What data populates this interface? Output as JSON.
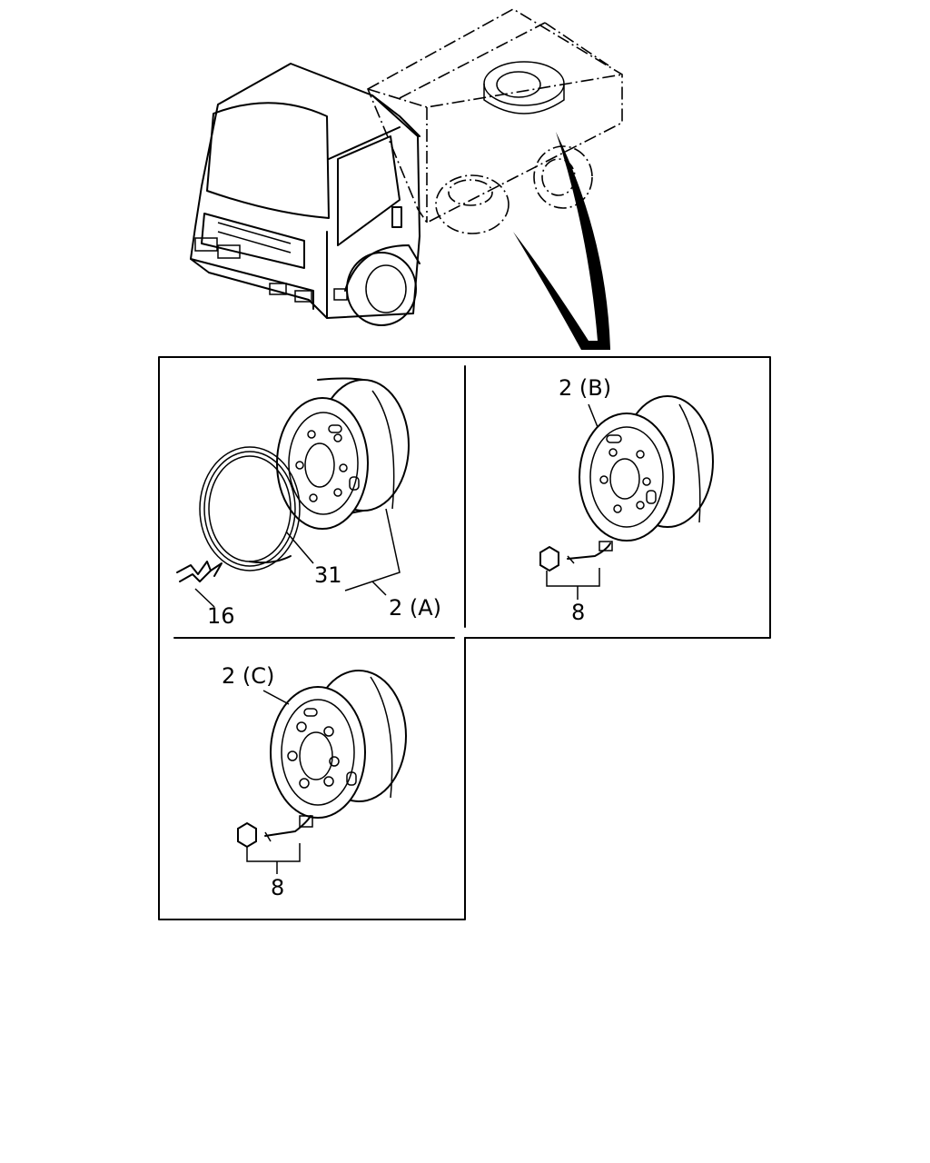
{
  "callouts": {
    "panel_a_part_31": "31",
    "panel_a_part_16": "16",
    "panel_a_wheel": "2 (A)",
    "panel_b_wheel": "2 (B)",
    "panel_b_valve": "8",
    "panel_c_wheel": "2 (C)",
    "panel_c_valve": "8"
  },
  "colors": {
    "line": "#000000",
    "background": "#ffffff"
  }
}
